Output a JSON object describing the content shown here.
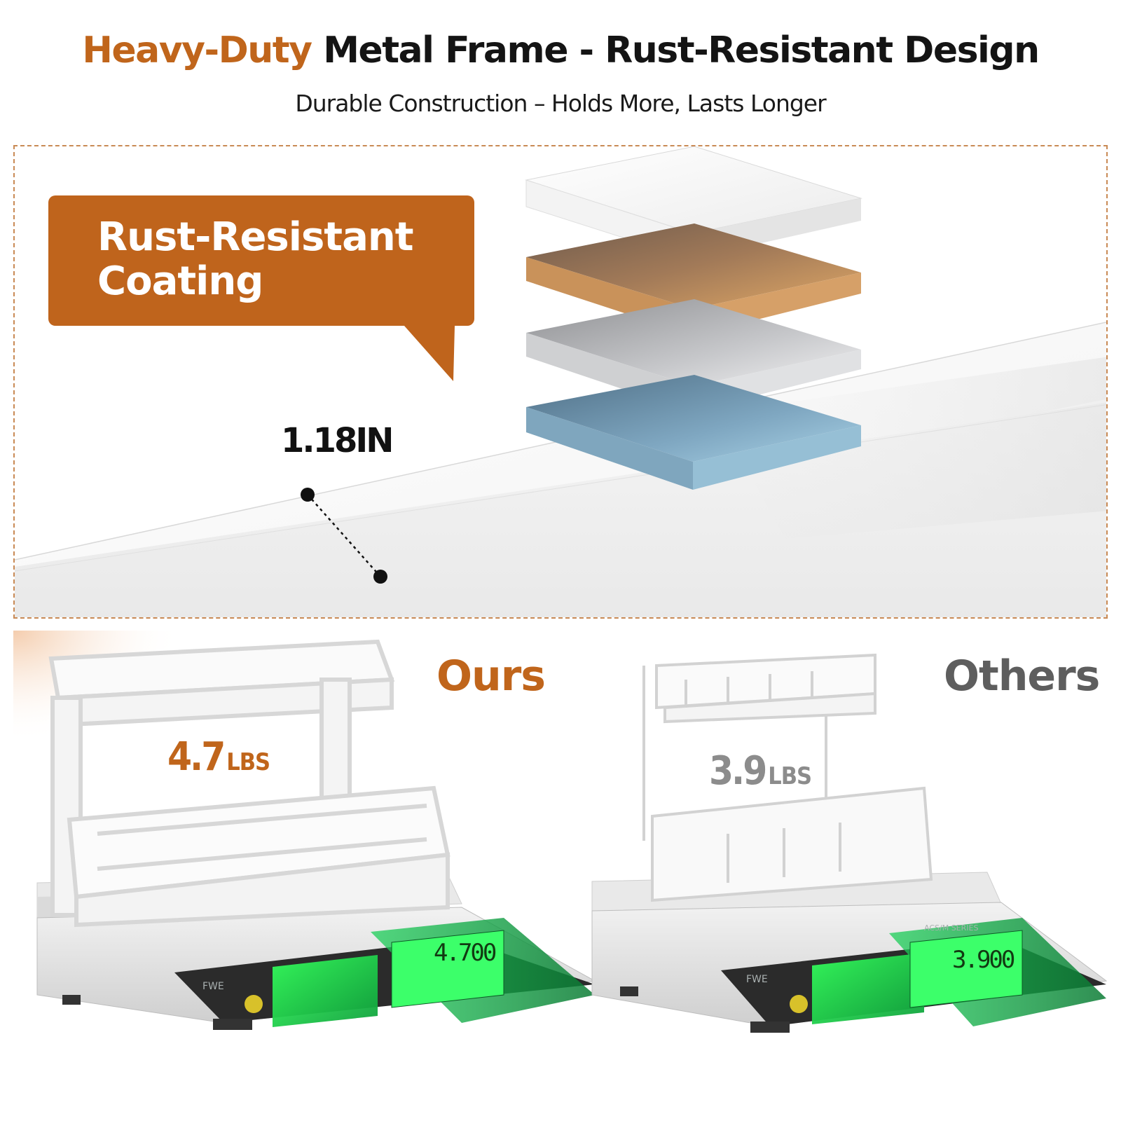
{
  "header": {
    "title_accent": "Heavy-Duty",
    "title_main": "Metal Frame - Rust-Resistant Design",
    "subtitle": "Durable Construction – Holds More, Lasts Longer"
  },
  "detail": {
    "callout_line1": "Rust-Resistant",
    "callout_line2": "Coating",
    "thickness": "1.18IN",
    "layer_colors": [
      "#f7f7f7",
      "#c58a52",
      "#b8babd",
      "#7aa4bf"
    ]
  },
  "comparison": {
    "ours": {
      "label": "Ours",
      "weight_value": "4.7",
      "weight_unit": "LBS",
      "display_reading": "4.700",
      "scale_brand": "FWE",
      "color": "#c0651b"
    },
    "others": {
      "label": "Others",
      "weight_value": "3.9",
      "weight_unit": "LBS",
      "display_reading": "3.900",
      "scale_brand": "FWE",
      "series_text": "ACS/M SERIES",
      "color": "#5e5e5e"
    }
  }
}
